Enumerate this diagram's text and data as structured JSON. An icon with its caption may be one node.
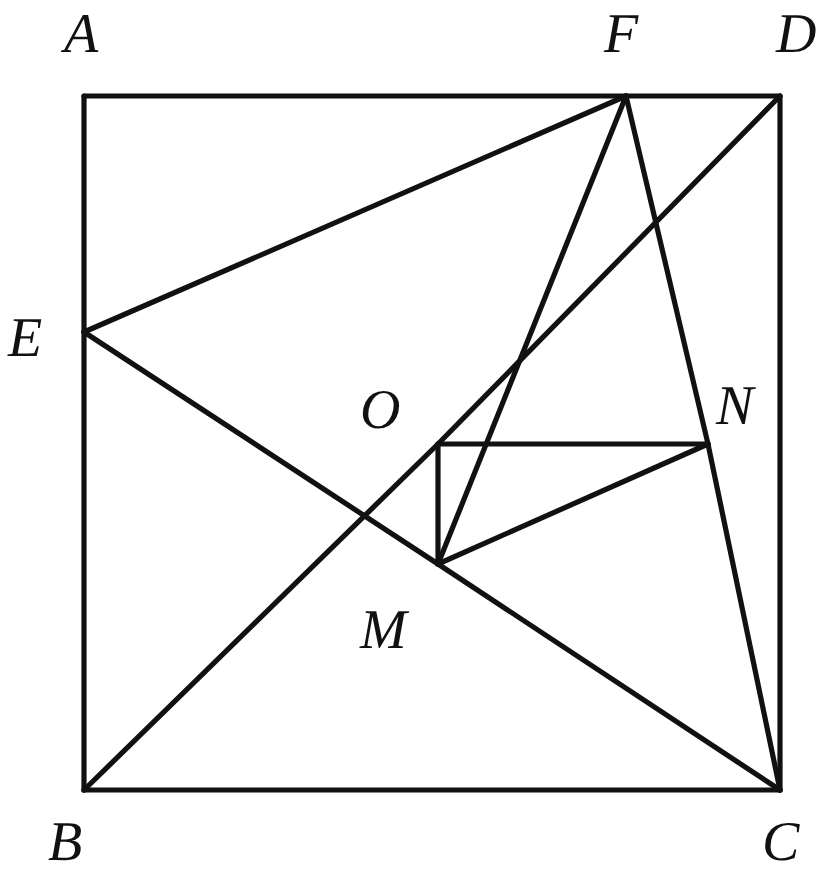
{
  "diagram": {
    "nodes": [
      {
        "text": [
          "A"
        ]
      },
      {
        "text": [
          "F"
        ]
      },
      {
        "text": [
          "D"
        ]
      },
      {
        "text": [
          "E"
        ]
      },
      {
        "text": [
          "O"
        ]
      },
      {
        "text": [
          "N"
        ]
      },
      {
        "text": [
          "M"
        ]
      },
      {
        "text": [
          "B"
        ]
      },
      {
        "text": [
          "C"
        ]
      }
    ],
    "edges": [
      {
        "from": 0,
        "to": 1,
        "arrow": "none"
      },
      {
        "from": 1,
        "to": 2,
        "arrow": "none"
      },
      {
        "from": 0,
        "to": 3,
        "arrow": "none"
      },
      {
        "from": 3,
        "to": 7,
        "arrow": "none"
      },
      {
        "from": 7,
        "to": 8,
        "arrow": "none"
      },
      {
        "from": 2,
        "to": 8,
        "arrow": "none"
      },
      {
        "from": 3,
        "to": 1,
        "arrow": "none"
      },
      {
        "from": 3,
        "to": 6,
        "arrow": "none"
      },
      {
        "from": 6,
        "to": 8,
        "arrow": "none"
      },
      {
        "from": 7,
        "to": 4,
        "arrow": "none"
      },
      {
        "from": 4,
        "to": 2,
        "arrow": "none"
      },
      {
        "from": 1,
        "to": 6,
        "arrow": "none"
      },
      {
        "from": 1,
        "to": 5,
        "arrow": "none"
      },
      {
        "from": 5,
        "to": 8,
        "arrow": "none"
      },
      {
        "from": 4,
        "to": 5,
        "arrow": "none"
      },
      {
        "from": 4,
        "to": 6,
        "arrow": "none"
      },
      {
        "from": 6,
        "to": 5,
        "arrow": "none"
      }
    ]
  }
}
